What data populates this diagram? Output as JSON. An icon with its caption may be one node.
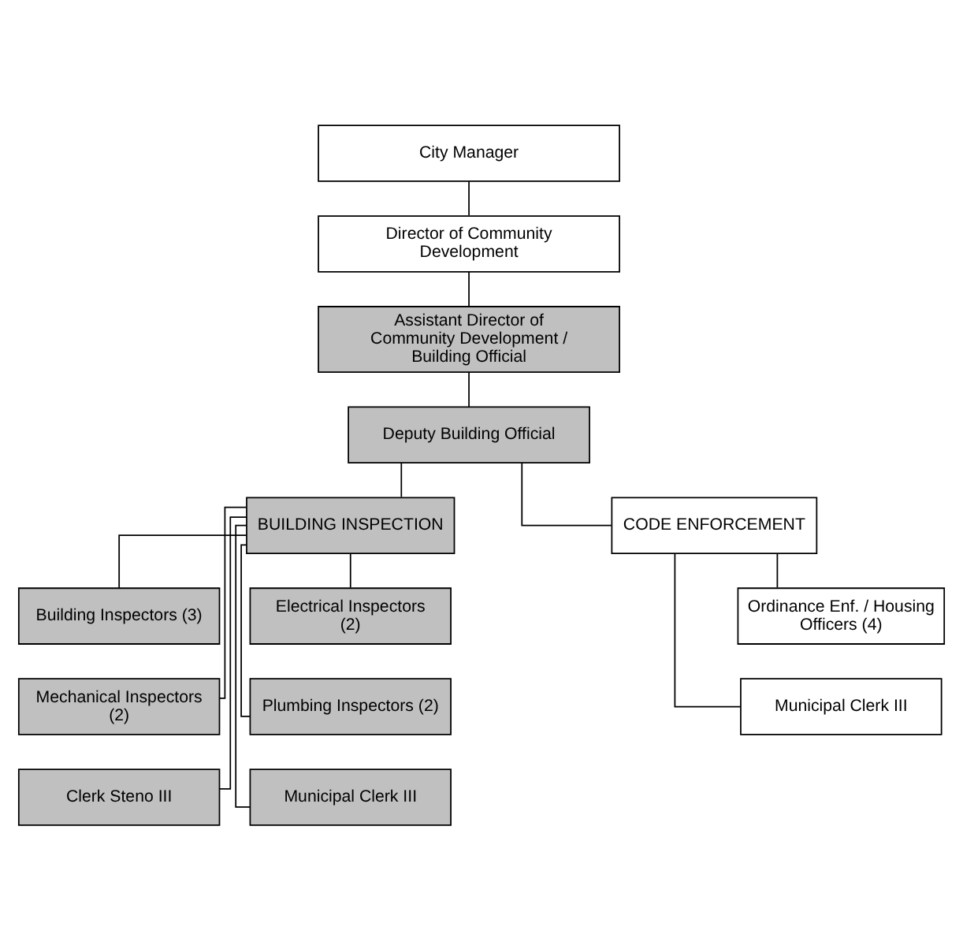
{
  "diagram": {
    "nodes": [
      {
        "text": [
          "City Manager"
        ]
      },
      {
        "text": [
          "Director of Community Development"
        ]
      },
      {
        "text": [
          "Assistant Director of Community Development / Building Official"
        ]
      },
      {
        "text": [
          "Deputy Building Official"
        ]
      },
      {
        "text": [
          "BUILDING INSPECTION"
        ]
      },
      {
        "text": [
          "CODE ENFORCEMENT"
        ]
      },
      {
        "text": [
          "Building Inspectors (3)"
        ]
      },
      {
        "text": [
          "Electrical Inspectors (2)"
        ]
      },
      {
        "text": [
          "Mechanical Inspectors (2)"
        ]
      },
      {
        "text": [
          "Plumbing Inspectors (2)"
        ]
      },
      {
        "text": [
          "Clerk Steno III"
        ]
      },
      {
        "text": [
          "Municipal Clerk III"
        ]
      },
      {
        "text": [
          "Ordinance Enf. / Housing Officers (4)"
        ]
      },
      {
        "text": [
          "Municipal Clerk III"
        ]
      }
    ],
    "edges": [
      {
        "from": 0,
        "to": 1,
        "arrow": "none"
      },
      {
        "from": 1,
        "to": 2,
        "arrow": "none"
      },
      {
        "from": 2,
        "to": 3,
        "arrow": "none"
      },
      {
        "from": 3,
        "to": 4,
        "arrow": "none"
      },
      {
        "from": 3,
        "to": 5,
        "arrow": "none"
      },
      {
        "from": 4,
        "to": 6,
        "arrow": "none"
      },
      {
        "from": 4,
        "to": 7,
        "arrow": "none"
      },
      {
        "from": 4,
        "to": 8,
        "arrow": "none"
      },
      {
        "from": 4,
        "to": 9,
        "arrow": "none"
      },
      {
        "from": 4,
        "to": 10,
        "arrow": "none"
      },
      {
        "from": 4,
        "to": 11,
        "arrow": "none"
      },
      {
        "from": 5,
        "to": 12,
        "arrow": "none"
      },
      {
        "from": 5,
        "to": 13,
        "arrow": "none"
      }
    ]
  }
}
